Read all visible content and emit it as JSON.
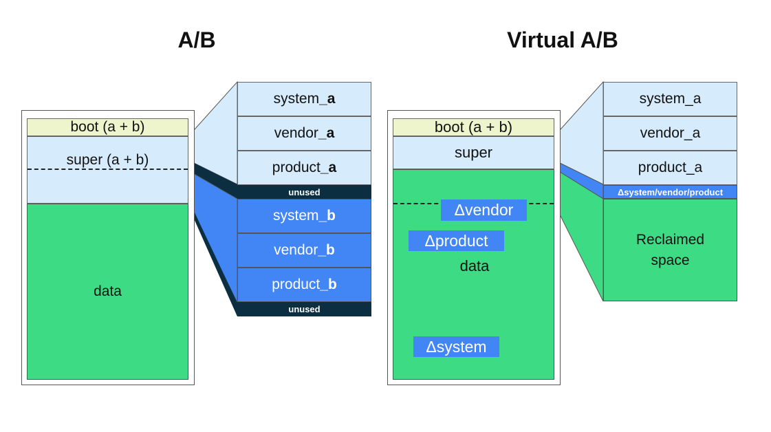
{
  "ab": {
    "title": "A/B",
    "boot": "boot (a + b)",
    "super": "super (a + b)",
    "data": "data",
    "right": {
      "system_a_pre": "system",
      "system_a_suf": "_a",
      "vendor_a_pre": "vendor",
      "vendor_a_suf": "_a",
      "product_a_pre": "product",
      "product_a_suf": "_a",
      "unused1": "unused",
      "system_b_pre": "system",
      "system_b_suf": "_b",
      "vendor_b_pre": "vendor",
      "vendor_b_suf": "_b",
      "product_b_pre": "product",
      "product_b_suf": "_b",
      "unused2": "unused"
    }
  },
  "vab": {
    "title": "Virtual A/B",
    "boot": "boot (a + b)",
    "super": "super",
    "data": "data",
    "delta_vendor": "Δvendor",
    "delta_product": "Δproduct",
    "delta_system": "Δsystem",
    "right": {
      "system_a": "system_a",
      "vendor_a": "vendor_a",
      "product_a": "product_a",
      "delta_all": "Δsystem/vendor/product",
      "reclaimed": "Reclaimed\nspace"
    }
  },
  "colors": {
    "boot": "#eef5cc",
    "light_blue": "#d6ebfb",
    "green": "#3ddc84",
    "blue": "#4285f4",
    "dark": "#0b2e40"
  }
}
